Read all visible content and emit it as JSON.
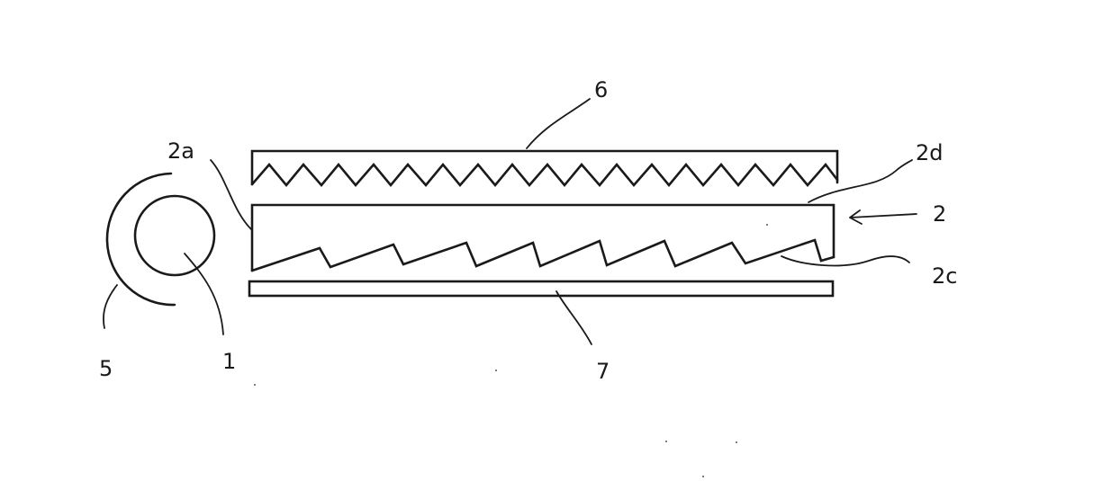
{
  "labels": {
    "ref_6": "6",
    "ref_2a": "2a",
    "ref_2d": "2d",
    "ref_2": "2",
    "ref_2c": "2c",
    "ref_5": "5",
    "ref_1": "1",
    "ref_7": "7"
  }
}
